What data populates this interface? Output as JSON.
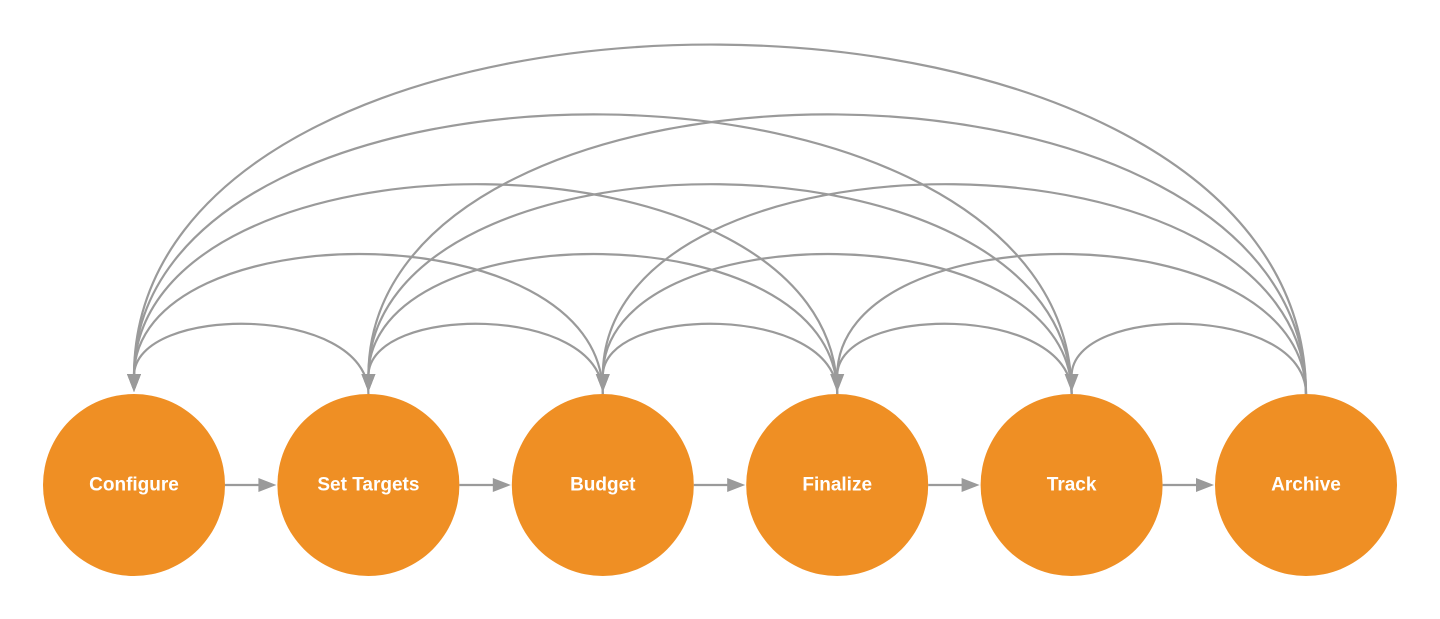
{
  "diagram": {
    "nodes": [
      {
        "id": "configure",
        "label": "Configure"
      },
      {
        "id": "set-targets",
        "label": "Set Targets"
      },
      {
        "id": "budget",
        "label": "Budget"
      },
      {
        "id": "finalize",
        "label": "Finalize"
      },
      {
        "id": "track",
        "label": "Track"
      },
      {
        "id": "archive",
        "label": "Archive"
      }
    ],
    "forward_edges": [
      {
        "from": "configure",
        "to": "set-targets"
      },
      {
        "from": "set-targets",
        "to": "budget"
      },
      {
        "from": "budget",
        "to": "finalize"
      },
      {
        "from": "finalize",
        "to": "track"
      },
      {
        "from": "track",
        "to": "archive"
      }
    ],
    "back_edges": [
      {
        "from": "set-targets",
        "to": "configure"
      },
      {
        "from": "budget",
        "to": "configure"
      },
      {
        "from": "finalize",
        "to": "configure"
      },
      {
        "from": "track",
        "to": "configure"
      },
      {
        "from": "archive",
        "to": "configure"
      },
      {
        "from": "budget",
        "to": "set-targets"
      },
      {
        "from": "finalize",
        "to": "set-targets"
      },
      {
        "from": "track",
        "to": "set-targets"
      },
      {
        "from": "archive",
        "to": "set-targets"
      },
      {
        "from": "finalize",
        "to": "budget"
      },
      {
        "from": "track",
        "to": "budget"
      },
      {
        "from": "archive",
        "to": "budget"
      },
      {
        "from": "track",
        "to": "finalize"
      },
      {
        "from": "archive",
        "to": "finalize"
      },
      {
        "from": "archive",
        "to": "track"
      }
    ],
    "colors": {
      "node_fill": "#ef8f24",
      "node_text": "#ffffff",
      "edge": "#9a9a9a"
    }
  }
}
